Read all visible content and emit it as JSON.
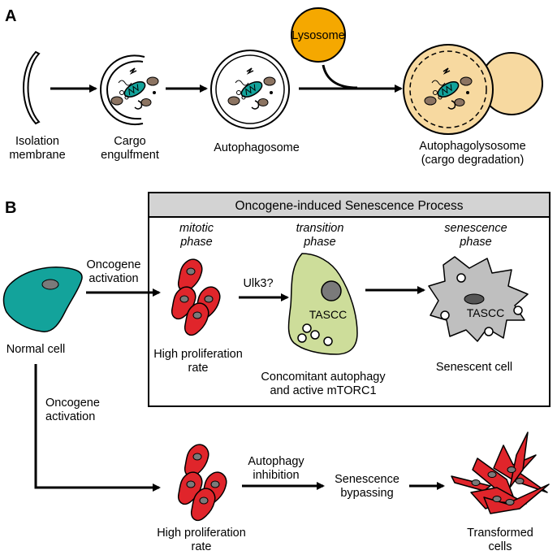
{
  "panel_a": {
    "letter": "A",
    "isolation_label": [
      "Isolation",
      "membrane"
    ],
    "cargo_label": [
      "Cargo",
      "engulfment"
    ],
    "autophagosome_label": "Autophagosome",
    "lysosome_label": "Lysosome",
    "autophagolysosome_label": [
      "Autophagolysosome",
      "(cargo degradation)"
    ]
  },
  "panel_b": {
    "letter": "B",
    "process_title": "Oncogene-induced Senescence Process",
    "phases": {
      "mitotic": [
        "mitotic",
        "phase"
      ],
      "transition": [
        "transition",
        "phase"
      ],
      "senescence": [
        "senescence",
        "phase"
      ]
    },
    "normal_cell_label": "Normal cell",
    "oncogene_activation_top": [
      "Oncogene",
      "activation"
    ],
    "oncogene_activation_left": [
      "Oncogene",
      "activation"
    ],
    "ulk3_label": "Ulk3?",
    "tascc_label": "TASCC",
    "tascc_label_2": "TASCC",
    "high_prolif_top": [
      "High proliferation",
      "rate"
    ],
    "concomitant_label": [
      "Concomitant autophagy",
      "and active mTORC1"
    ],
    "senescent_cell_label": "Senescent cell",
    "high_prolif_bottom": [
      "High proliferation",
      "rate"
    ],
    "autophagy_inhibition": [
      "Autophagy",
      "inhibition"
    ],
    "senescence_bypassing": [
      "Senescence",
      "bypassing"
    ],
    "transformed_cells": [
      "Transformed",
      "cells"
    ]
  },
  "colors": {
    "lysosome": "#F5A800",
    "autolysosome": "#F7D9A0",
    "normal_cell": "#13A39B",
    "proliferating_cell": "#E0252B",
    "transition_cell": "#CDDD9A",
    "senescent_cell": "#BFBFBF",
    "header_band": "#D3D3D3"
  }
}
